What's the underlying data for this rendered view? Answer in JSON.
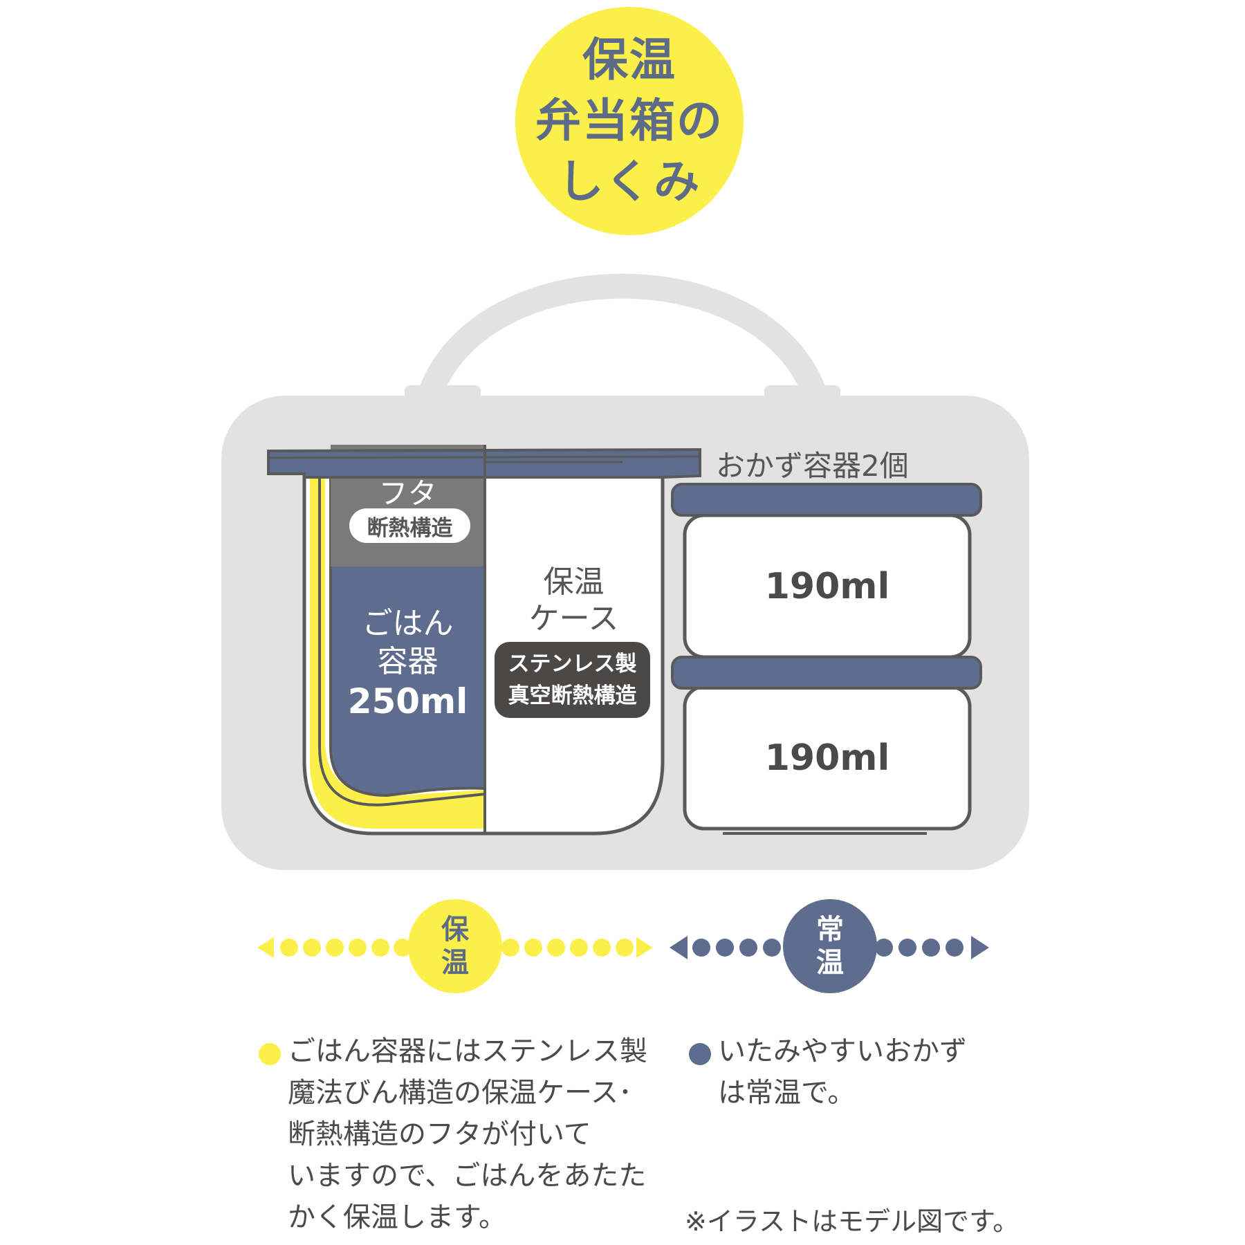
{
  "colors": {
    "yellow": "#fbef4a",
    "navy": "#5e6d8e",
    "light_gray": "#e2e2e2",
    "dark_gray": "#7a7a7a",
    "outline": "#5a5a5a",
    "badge_dark": "#4b4848",
    "white": "#ffffff"
  },
  "title": {
    "lines": [
      "保温",
      "弁当箱の",
      "しくみ"
    ]
  },
  "rice_container": {
    "lid_label": "フタ",
    "lid_badge": "断熱構造",
    "label_line1": "ごはん",
    "label_line2": "容器",
    "capacity": "250ml"
  },
  "insulated_case": {
    "label_line1": "保温",
    "label_line2": "ケース",
    "badge_line1": "ステンレス製",
    "badge_line2": "真空断熱構造"
  },
  "side_dishes": {
    "heading": "おかず容器2個",
    "containers": [
      {
        "capacity": "190ml"
      },
      {
        "capacity": "190ml"
      }
    ]
  },
  "zones": {
    "warm": {
      "line1": "保",
      "line2": "温"
    },
    "room": {
      "line1": "常",
      "line2": "温"
    }
  },
  "descriptions": {
    "warm_lines": [
      "ごはん容器にはステンレス製",
      "魔法びん構造の保温ケース･",
      "断熱構造のフタが付いて",
      "いますので、ごはんをあたた",
      "かく保温します。"
    ],
    "room_lines": [
      "いたみやすいおかず",
      "は常温で。"
    ]
  },
  "note": "※イラストはモデル図です。",
  "icons": {
    "warm_left_arrow": "triangle-left-icon",
    "warm_right_arrow": "triangle-right-icon",
    "room_left_arrow": "triangle-left-icon",
    "room_right_arrow": "triangle-right-icon"
  }
}
